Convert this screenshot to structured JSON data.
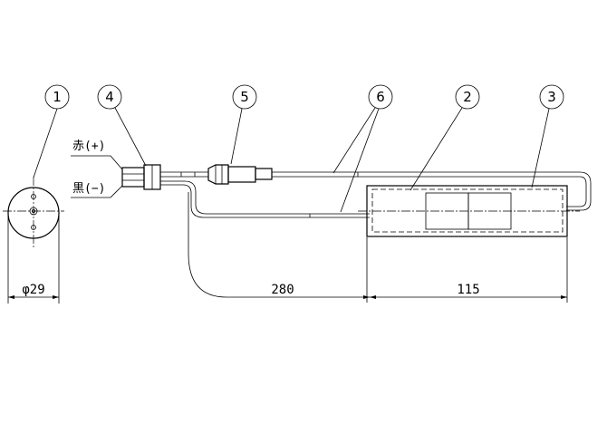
{
  "callouts": [
    "1",
    "2",
    "3",
    "4",
    "5",
    "6"
  ],
  "wire_labels": {
    "red": "赤(+)",
    "black": "黒(−)"
  },
  "dimensions": {
    "diameter": "φ29",
    "cable_length": "280",
    "body_length": "115"
  }
}
